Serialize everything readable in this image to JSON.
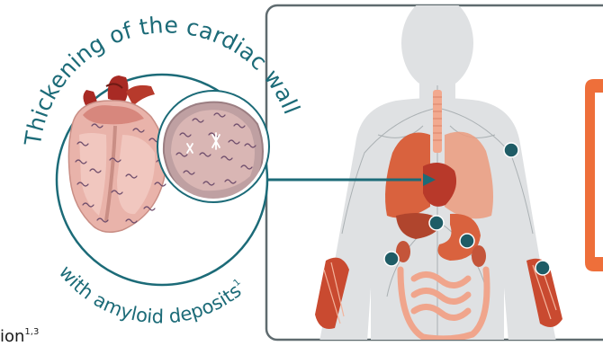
{
  "circle_caption": {
    "top_text": "Thickening of the cardiac wall",
    "bottom_text": "with amyloid deposits",
    "bottom_ref": "1"
  },
  "footnote": {
    "text": "ion",
    "ref": "1,3"
  },
  "colors": {
    "teal_outline": "#1c6b78",
    "marker_dot": "#1f5c66",
    "accent_orange": "#ee6f3a",
    "body_silhouette": "#dfe1e3",
    "panel_border": "#5f6b6f",
    "organ_red": "#d9623e",
    "muscle_red": "#c94a30"
  },
  "icons": {
    "heart": "heart-cross-section-illustration",
    "body": "human-body-organs-illustration"
  }
}
